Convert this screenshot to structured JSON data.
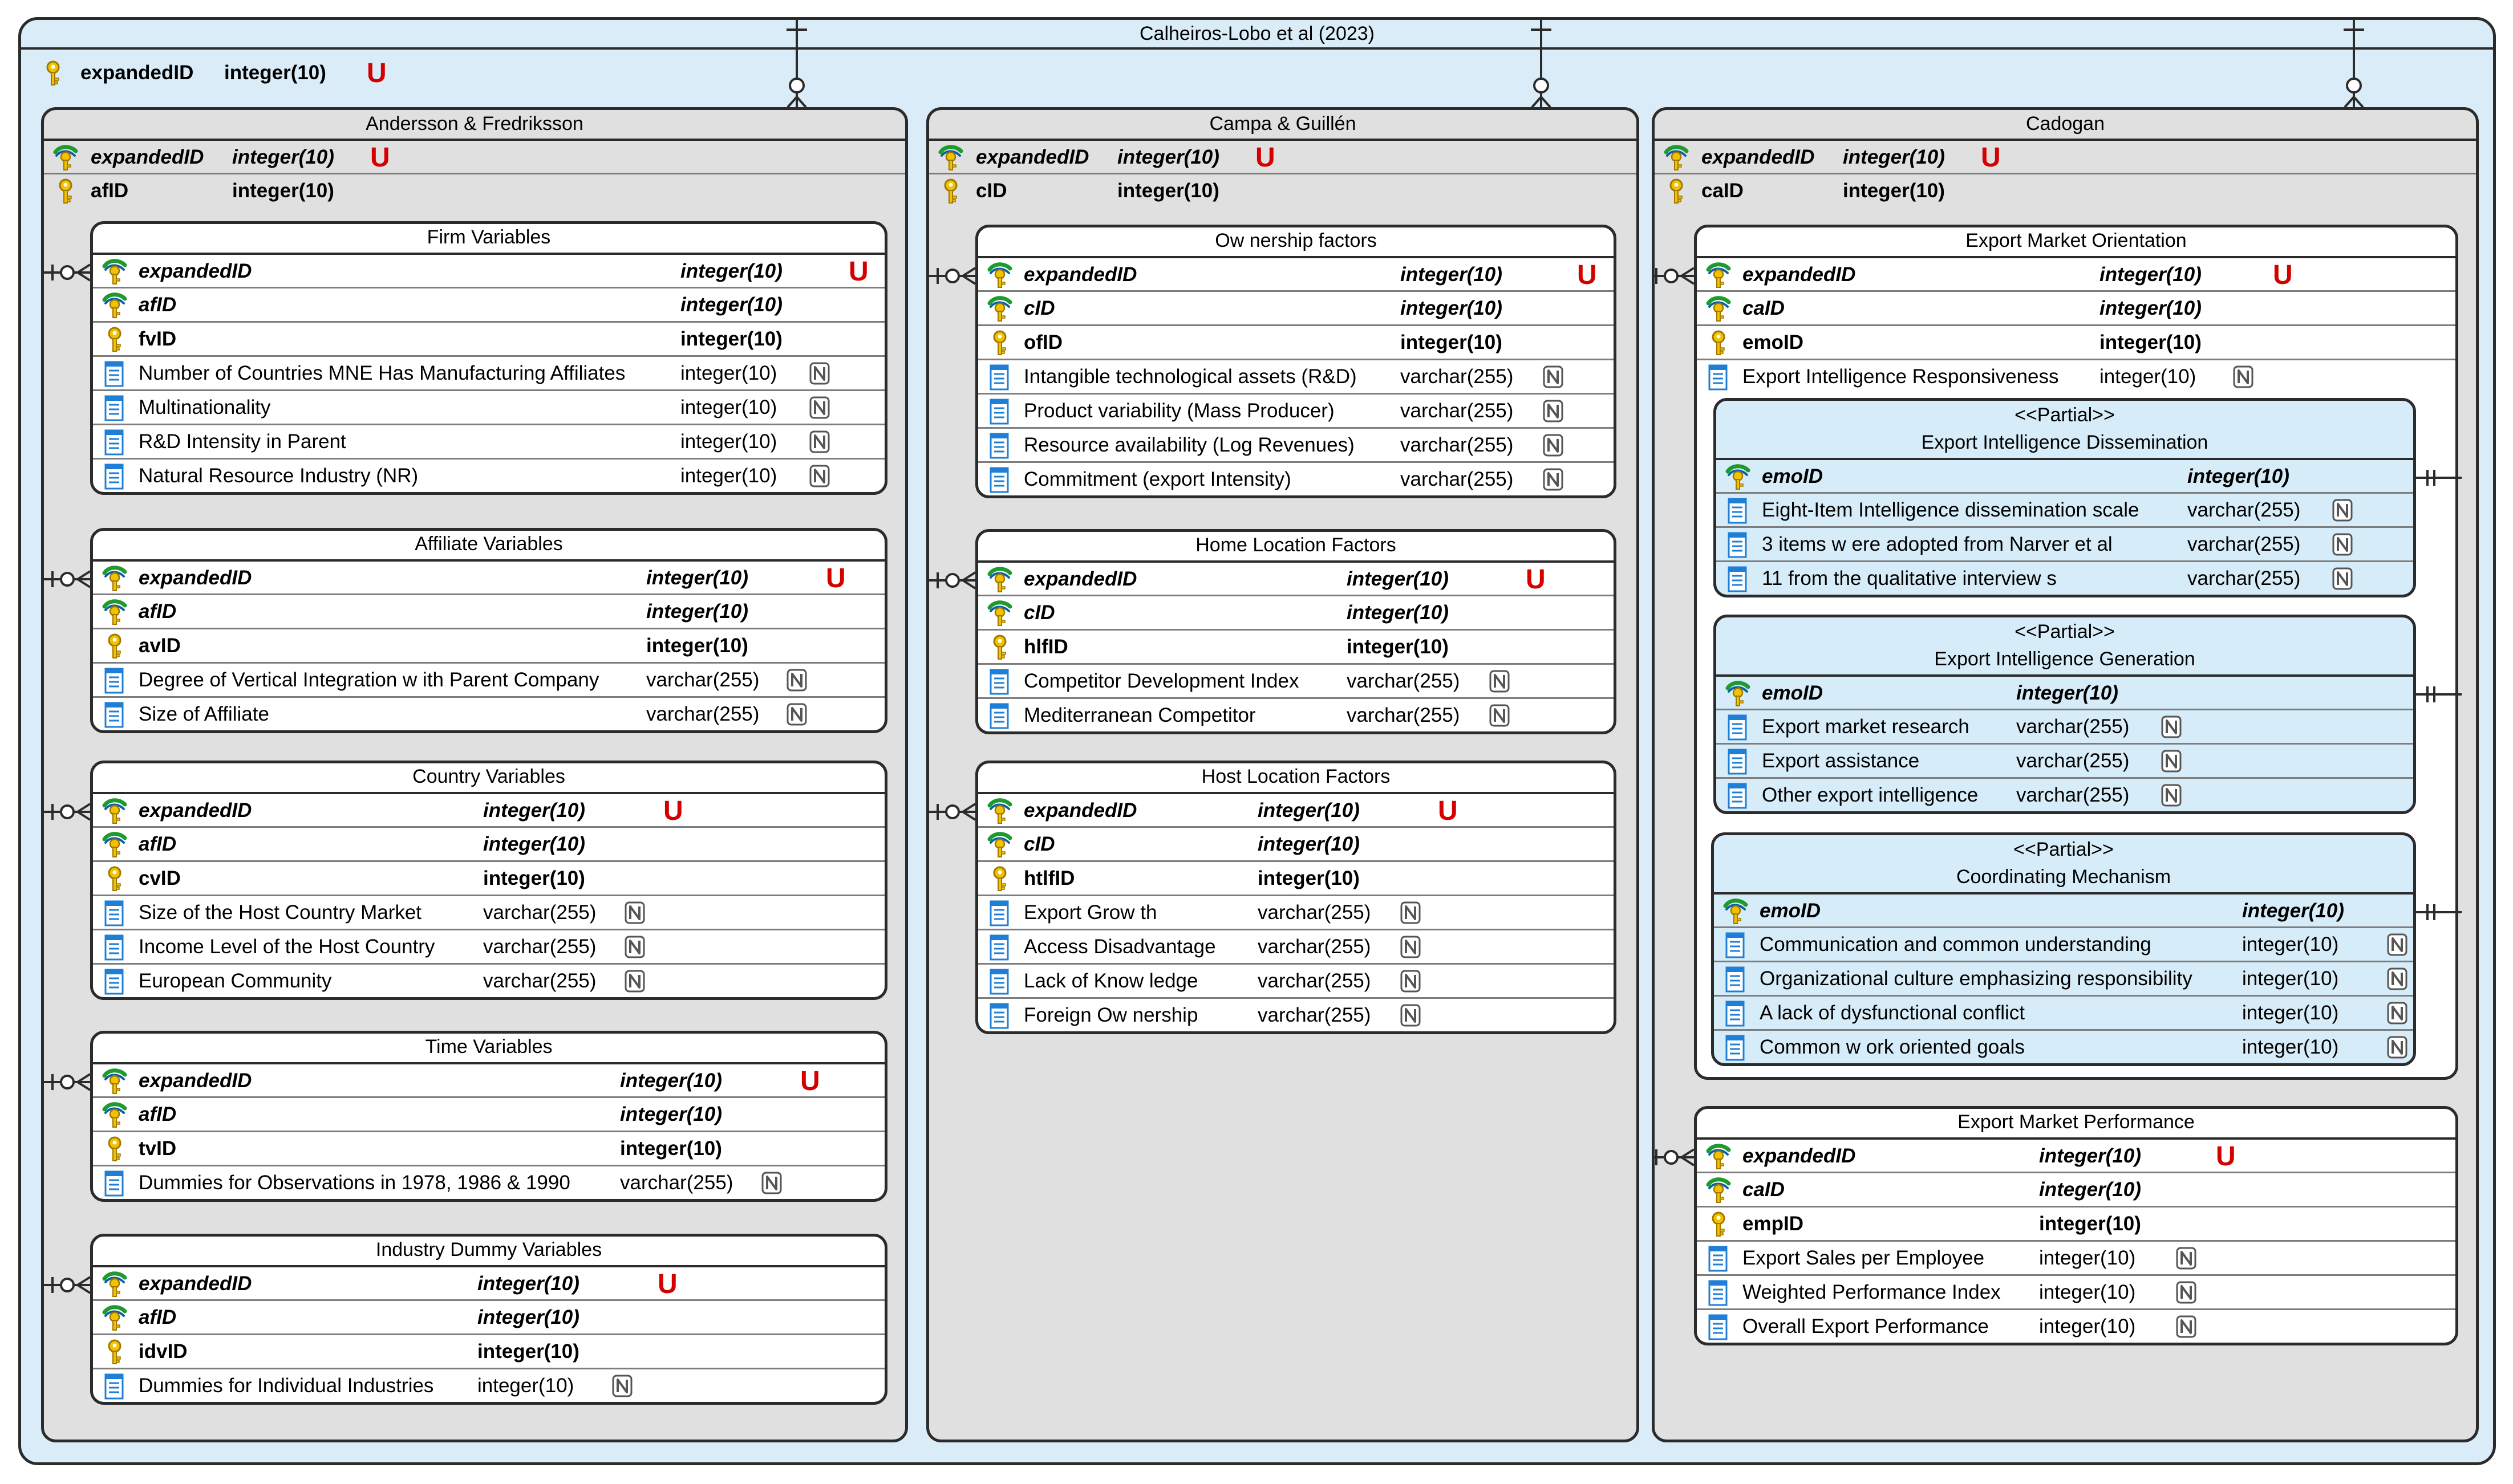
{
  "root": {
    "title": "Calheiros-Lobo et al (2023)",
    "key_name": "expandedID",
    "key_type": "integer(10)"
  },
  "columns": [
    {
      "title": "Andersson & Fredriksson",
      "fields": [
        {
          "name": "expandedID",
          "type": "integer(10)",
          "kind": "fk",
          "unique": true
        },
        {
          "name": "afID",
          "type": "integer(10)",
          "kind": "pk"
        }
      ],
      "tables": [
        {
          "title": "Firm Variables",
          "partial": false,
          "rows": [
            {
              "name": "expandedID",
              "type": "integer(10)",
              "kind": "fk",
              "unique": true
            },
            {
              "name": "afID",
              "type": "integer(10)",
              "kind": "fk"
            },
            {
              "name": "fvID",
              "type": "integer(10)",
              "kind": "pk"
            },
            {
              "name": "Number of Countries MNE Has Manufacturing Affiliates",
              "type": "integer(10)",
              "kind": "col",
              "nullable": true
            },
            {
              "name": "Multinationality",
              "type": "integer(10)",
              "kind": "col",
              "nullable": true
            },
            {
              "name": "R&D Intensity in Parent",
              "type": "integer(10)",
              "kind": "col",
              "nullable": true
            },
            {
              "name": "Natural Resource Industry (NR)",
              "type": "integer(10)",
              "kind": "col",
              "nullable": true
            }
          ]
        },
        {
          "title": "Affiliate Variables",
          "partial": false,
          "rows": [
            {
              "name": "expandedID",
              "type": "integer(10)",
              "kind": "fk",
              "unique": true
            },
            {
              "name": "afID",
              "type": "integer(10)",
              "kind": "fk"
            },
            {
              "name": "avID",
              "type": "integer(10)",
              "kind": "pk"
            },
            {
              "name": "Degree of Vertical Integration w ith Parent Company",
              "type": "varchar(255)",
              "kind": "col",
              "nullable": true
            },
            {
              "name": "Size of Affiliate",
              "type": "varchar(255)",
              "kind": "col",
              "nullable": true
            }
          ]
        },
        {
          "title": "Country Variables",
          "partial": false,
          "rows": [
            {
              "name": "expandedID",
              "type": "integer(10)",
              "kind": "fk",
              "unique": true
            },
            {
              "name": "afID",
              "type": "integer(10)",
              "kind": "fk"
            },
            {
              "name": "cvID",
              "type": "integer(10)",
              "kind": "pk"
            },
            {
              "name": "Size of the Host Country Market",
              "type": "varchar(255)",
              "kind": "col",
              "nullable": true
            },
            {
              "name": "Income Level of the Host Country",
              "type": "varchar(255)",
              "kind": "col",
              "nullable": true
            },
            {
              "name": "European Community",
              "type": "varchar(255)",
              "kind": "col",
              "nullable": true
            }
          ]
        },
        {
          "title": "Time Variables",
          "partial": false,
          "rows": [
            {
              "name": "expandedID",
              "type": "integer(10)",
              "kind": "fk",
              "unique": true
            },
            {
              "name": "afID",
              "type": "integer(10)",
              "kind": "fk"
            },
            {
              "name": "tvID",
              "type": "integer(10)",
              "kind": "pk"
            },
            {
              "name": "Dummies for Observations in 1978, 1986 & 1990",
              "type": "varchar(255)",
              "kind": "col",
              "nullable": true
            }
          ]
        },
        {
          "title": "Industry Dummy Variables",
          "partial": false,
          "rows": [
            {
              "name": "expandedID",
              "type": "integer(10)",
              "kind": "fk",
              "unique": true
            },
            {
              "name": "afID",
              "type": "integer(10)",
              "kind": "fk"
            },
            {
              "name": "idvID",
              "type": "integer(10)",
              "kind": "pk"
            },
            {
              "name": "Dummies for Individual Industries",
              "type": "integer(10)",
              "kind": "col",
              "nullable": true
            }
          ]
        }
      ]
    },
    {
      "title": "Campa & Guillén",
      "fields": [
        {
          "name": "expandedID",
          "type": "integer(10)",
          "kind": "fk",
          "unique": true
        },
        {
          "name": "cID",
          "type": "integer(10)",
          "kind": "pk"
        }
      ],
      "tables": [
        {
          "title": "Ow nership factors",
          "partial": false,
          "rows": [
            {
              "name": "expandedID",
              "type": "integer(10)",
              "kind": "fk",
              "unique": true
            },
            {
              "name": "cID",
              "type": "integer(10)",
              "kind": "fk"
            },
            {
              "name": "ofID",
              "type": "integer(10)",
              "kind": "pk"
            },
            {
              "name": "Intangible technological assets (R&D)",
              "type": "varchar(255)",
              "kind": "col",
              "nullable": true
            },
            {
              "name": "Product variability (Mass Producer)",
              "type": "varchar(255)",
              "kind": "col",
              "nullable": true
            },
            {
              "name": "Resource availability (Log Revenues)",
              "type": "varchar(255)",
              "kind": "col",
              "nullable": true
            },
            {
              "name": "Commitment (export Intensity)",
              "type": "varchar(255)",
              "kind": "col",
              "nullable": true
            }
          ]
        },
        {
          "title": "Home Location Factors",
          "partial": false,
          "rows": [
            {
              "name": "expandedID",
              "type": "integer(10)",
              "kind": "fk",
              "unique": true
            },
            {
              "name": "cID",
              "type": "integer(10)",
              "kind": "fk"
            },
            {
              "name": "hlfID",
              "type": "integer(10)",
              "kind": "pk"
            },
            {
              "name": "Competitor Development Index",
              "type": "varchar(255)",
              "kind": "col",
              "nullable": true
            },
            {
              "name": "Mediterranean Competitor",
              "type": "varchar(255)",
              "kind": "col",
              "nullable": true
            }
          ]
        },
        {
          "title": "Host Location Factors",
          "partial": false,
          "rows": [
            {
              "name": "expandedID",
              "type": "integer(10)",
              "kind": "fk",
              "unique": true
            },
            {
              "name": "cID",
              "type": "integer(10)",
              "kind": "fk"
            },
            {
              "name": "htlfID",
              "type": "integer(10)",
              "kind": "pk"
            },
            {
              "name": "Export Grow th",
              "type": "varchar(255)",
              "kind": "col",
              "nullable": true
            },
            {
              "name": "Access Disadvantage",
              "type": "varchar(255)",
              "kind": "col",
              "nullable": true
            },
            {
              "name": "Lack of Know ledge",
              "type": "varchar(255)",
              "kind": "col",
              "nullable": true
            },
            {
              "name": "Foreign Ow nership",
              "type": "varchar(255)",
              "kind": "col",
              "nullable": true
            }
          ]
        }
      ]
    },
    {
      "title": "Cadogan",
      "fields": [
        {
          "name": "expandedID",
          "type": "integer(10)",
          "kind": "fk",
          "unique": true
        },
        {
          "name": "caID",
          "type": "integer(10)",
          "kind": "pk"
        }
      ],
      "tables": [
        {
          "title": "Export Market Orientation",
          "partial": false,
          "rows": [
            {
              "name": "expandedID",
              "type": "integer(10)",
              "kind": "fk",
              "unique": true
            },
            {
              "name": "caID",
              "type": "integer(10)",
              "kind": "fk"
            },
            {
              "name": "emoID",
              "type": "integer(10)",
              "kind": "pk"
            },
            {
              "name": "Export Intelligence Responsiveness",
              "type": "integer(10)",
              "kind": "col",
              "nullable": true
            }
          ]
        },
        {
          "title": "Export Intelligence Dissemination",
          "stereotype": "<<Partial>>",
          "partial": true,
          "rows": [
            {
              "name": "emoID",
              "type": "integer(10)",
              "kind": "fk"
            },
            {
              "name": "Eight-Item Intelligence dissemination scale",
              "type": "varchar(255)",
              "kind": "col",
              "nullable": true
            },
            {
              "name": "3 items w ere adopted from Narver et al",
              "type": "varchar(255)",
              "kind": "col",
              "nullable": true
            },
            {
              "name": "11 from the qualitative interview s",
              "type": "varchar(255)",
              "kind": "col",
              "nullable": true
            }
          ]
        },
        {
          "title": "Export Intelligence Generation",
          "stereotype": "<<Partial>>",
          "partial": true,
          "rows": [
            {
              "name": "emoID",
              "type": "integer(10)",
              "kind": "fk"
            },
            {
              "name": "Export market research",
              "type": "varchar(255)",
              "kind": "col",
              "nullable": true
            },
            {
              "name": "Export assistance",
              "type": "varchar(255)",
              "kind": "col",
              "nullable": true
            },
            {
              "name": "Other export intelligence",
              "type": "varchar(255)",
              "kind": "col",
              "nullable": true
            }
          ]
        },
        {
          "title": "Coordinating Mechanism",
          "stereotype": "<<Partial>>",
          "partial": true,
          "rows": [
            {
              "name": "emoID",
              "type": "integer(10)",
              "kind": "fk"
            },
            {
              "name": "Communication and common understanding",
              "type": "integer(10)",
              "kind": "col",
              "nullable": true
            },
            {
              "name": "Organizational culture emphasizing responsibility",
              "type": "integer(10)",
              "kind": "col",
              "nullable": true
            },
            {
              "name": "A lack of dysfunctional conflict",
              "type": "integer(10)",
              "kind": "col",
              "nullable": true
            },
            {
              "name": "Common w ork oriented goals",
              "type": "integer(10)",
              "kind": "col",
              "nullable": true
            }
          ]
        },
        {
          "title": "Export Market Performance",
          "partial": false,
          "rows": [
            {
              "name": "expandedID",
              "type": "integer(10)",
              "kind": "fk",
              "unique": true
            },
            {
              "name": "caID",
              "type": "integer(10)",
              "kind": "fk"
            },
            {
              "name": "empID",
              "type": "integer(10)",
              "kind": "pk"
            },
            {
              "name": "Export Sales per Employee",
              "type": "integer(10)",
              "kind": "col",
              "nullable": true
            },
            {
              "name": "Weighted Performance Index",
              "type": "integer(10)",
              "kind": "col",
              "nullable": true
            },
            {
              "name": "Overall Export Performance",
              "type": "integer(10)",
              "kind": "col",
              "nullable": true
            }
          ]
        }
      ]
    }
  ],
  "badges": {
    "unique": "U",
    "nullable": "N"
  },
  "colors": {
    "root_fill": "#d9ecf8",
    "column_fill": "#e0e0e0",
    "table_fill": "#ffffff",
    "partial_fill": "#d6ecf8",
    "unique_badge": "#d40000",
    "key_gold": "#f2c200",
    "fk_green": "#1e9a2e",
    "column_icon_blue": "#1f7fd6"
  }
}
